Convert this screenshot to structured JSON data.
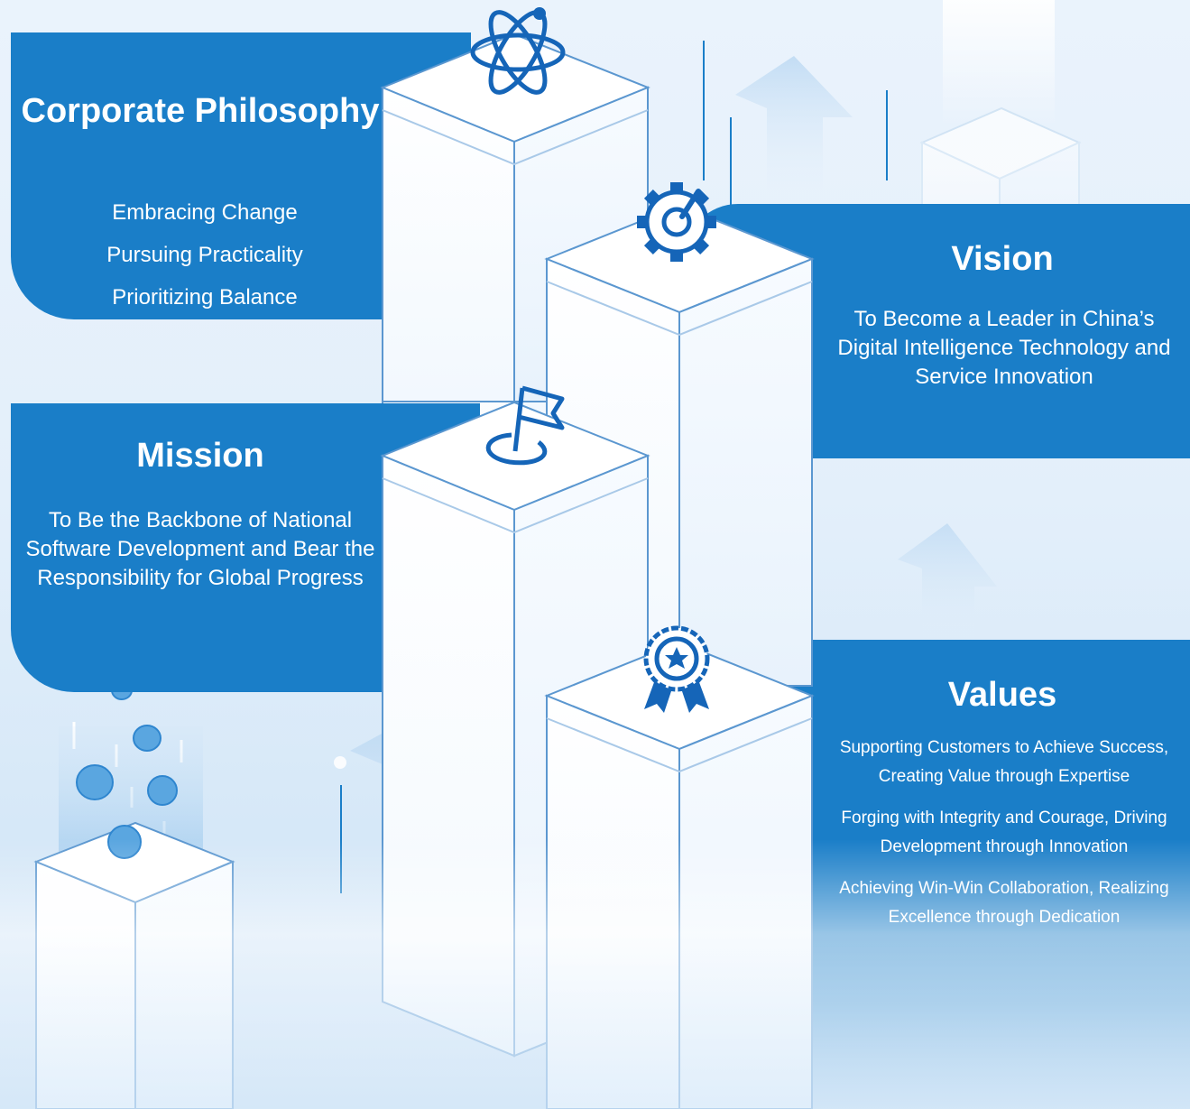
{
  "corporate_philosophy": {
    "title": "Corporate Philosophy",
    "items": [
      "Embracing Change",
      "Pursuing Practicality",
      "Prioritizing Balance"
    ],
    "icon": "atom-icon"
  },
  "vision": {
    "title": "Vision",
    "text": "To Become a Leader in China’s Digital Intelligence Technology and Service Innovation",
    "icon": "gear-icon"
  },
  "mission": {
    "title": "Mission",
    "text": "To Be the Backbone of National Software Development and Bear the Responsibility for Global Progress",
    "icon": "flag-icon"
  },
  "values": {
    "title": "Values",
    "items": [
      "Supporting Customers to Achieve Success, Creating Value through Expertise",
      "Forging with Integrity and Courage, Driving Development through Innovation",
      "Achieving Win-Win Collaboration, Realizing Excellence through Dedication"
    ],
    "icon": "award-ribbon-icon"
  },
  "colors": {
    "panel_blue": "#1a7ec8",
    "icon_blue": "#1565b8",
    "background": "#eaf3fc"
  }
}
